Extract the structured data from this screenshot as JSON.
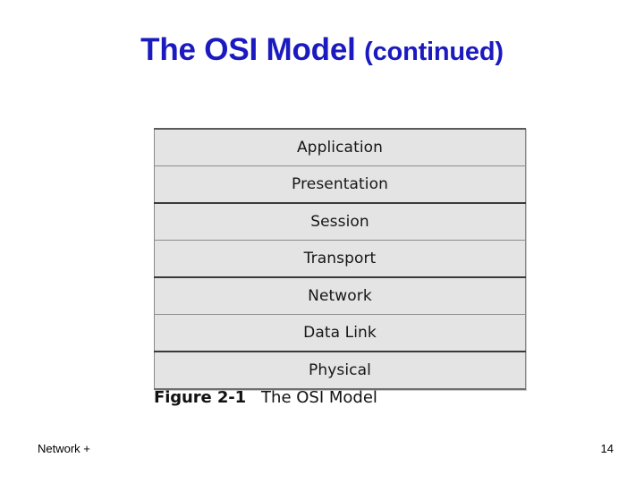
{
  "slide": {
    "background_color": "#ffffff",
    "title": {
      "main": "The OSI Model",
      "suffix": "(continued)",
      "color": "#1a1ac0"
    },
    "figure": {
      "caption_label": "Figure 2-1",
      "caption_text": "The OSI Model",
      "row_fill_color": "#e4e4e4",
      "row_border_color": "#8d8d8d",
      "layers": [
        {
          "name": "Application"
        },
        {
          "name": "Presentation"
        },
        {
          "name": "Session"
        },
        {
          "name": "Transport"
        },
        {
          "name": "Network"
        },
        {
          "name": "Data Link"
        },
        {
          "name": "Physical"
        }
      ]
    },
    "footer": {
      "left_text": "Network +",
      "page_number": "14"
    }
  }
}
